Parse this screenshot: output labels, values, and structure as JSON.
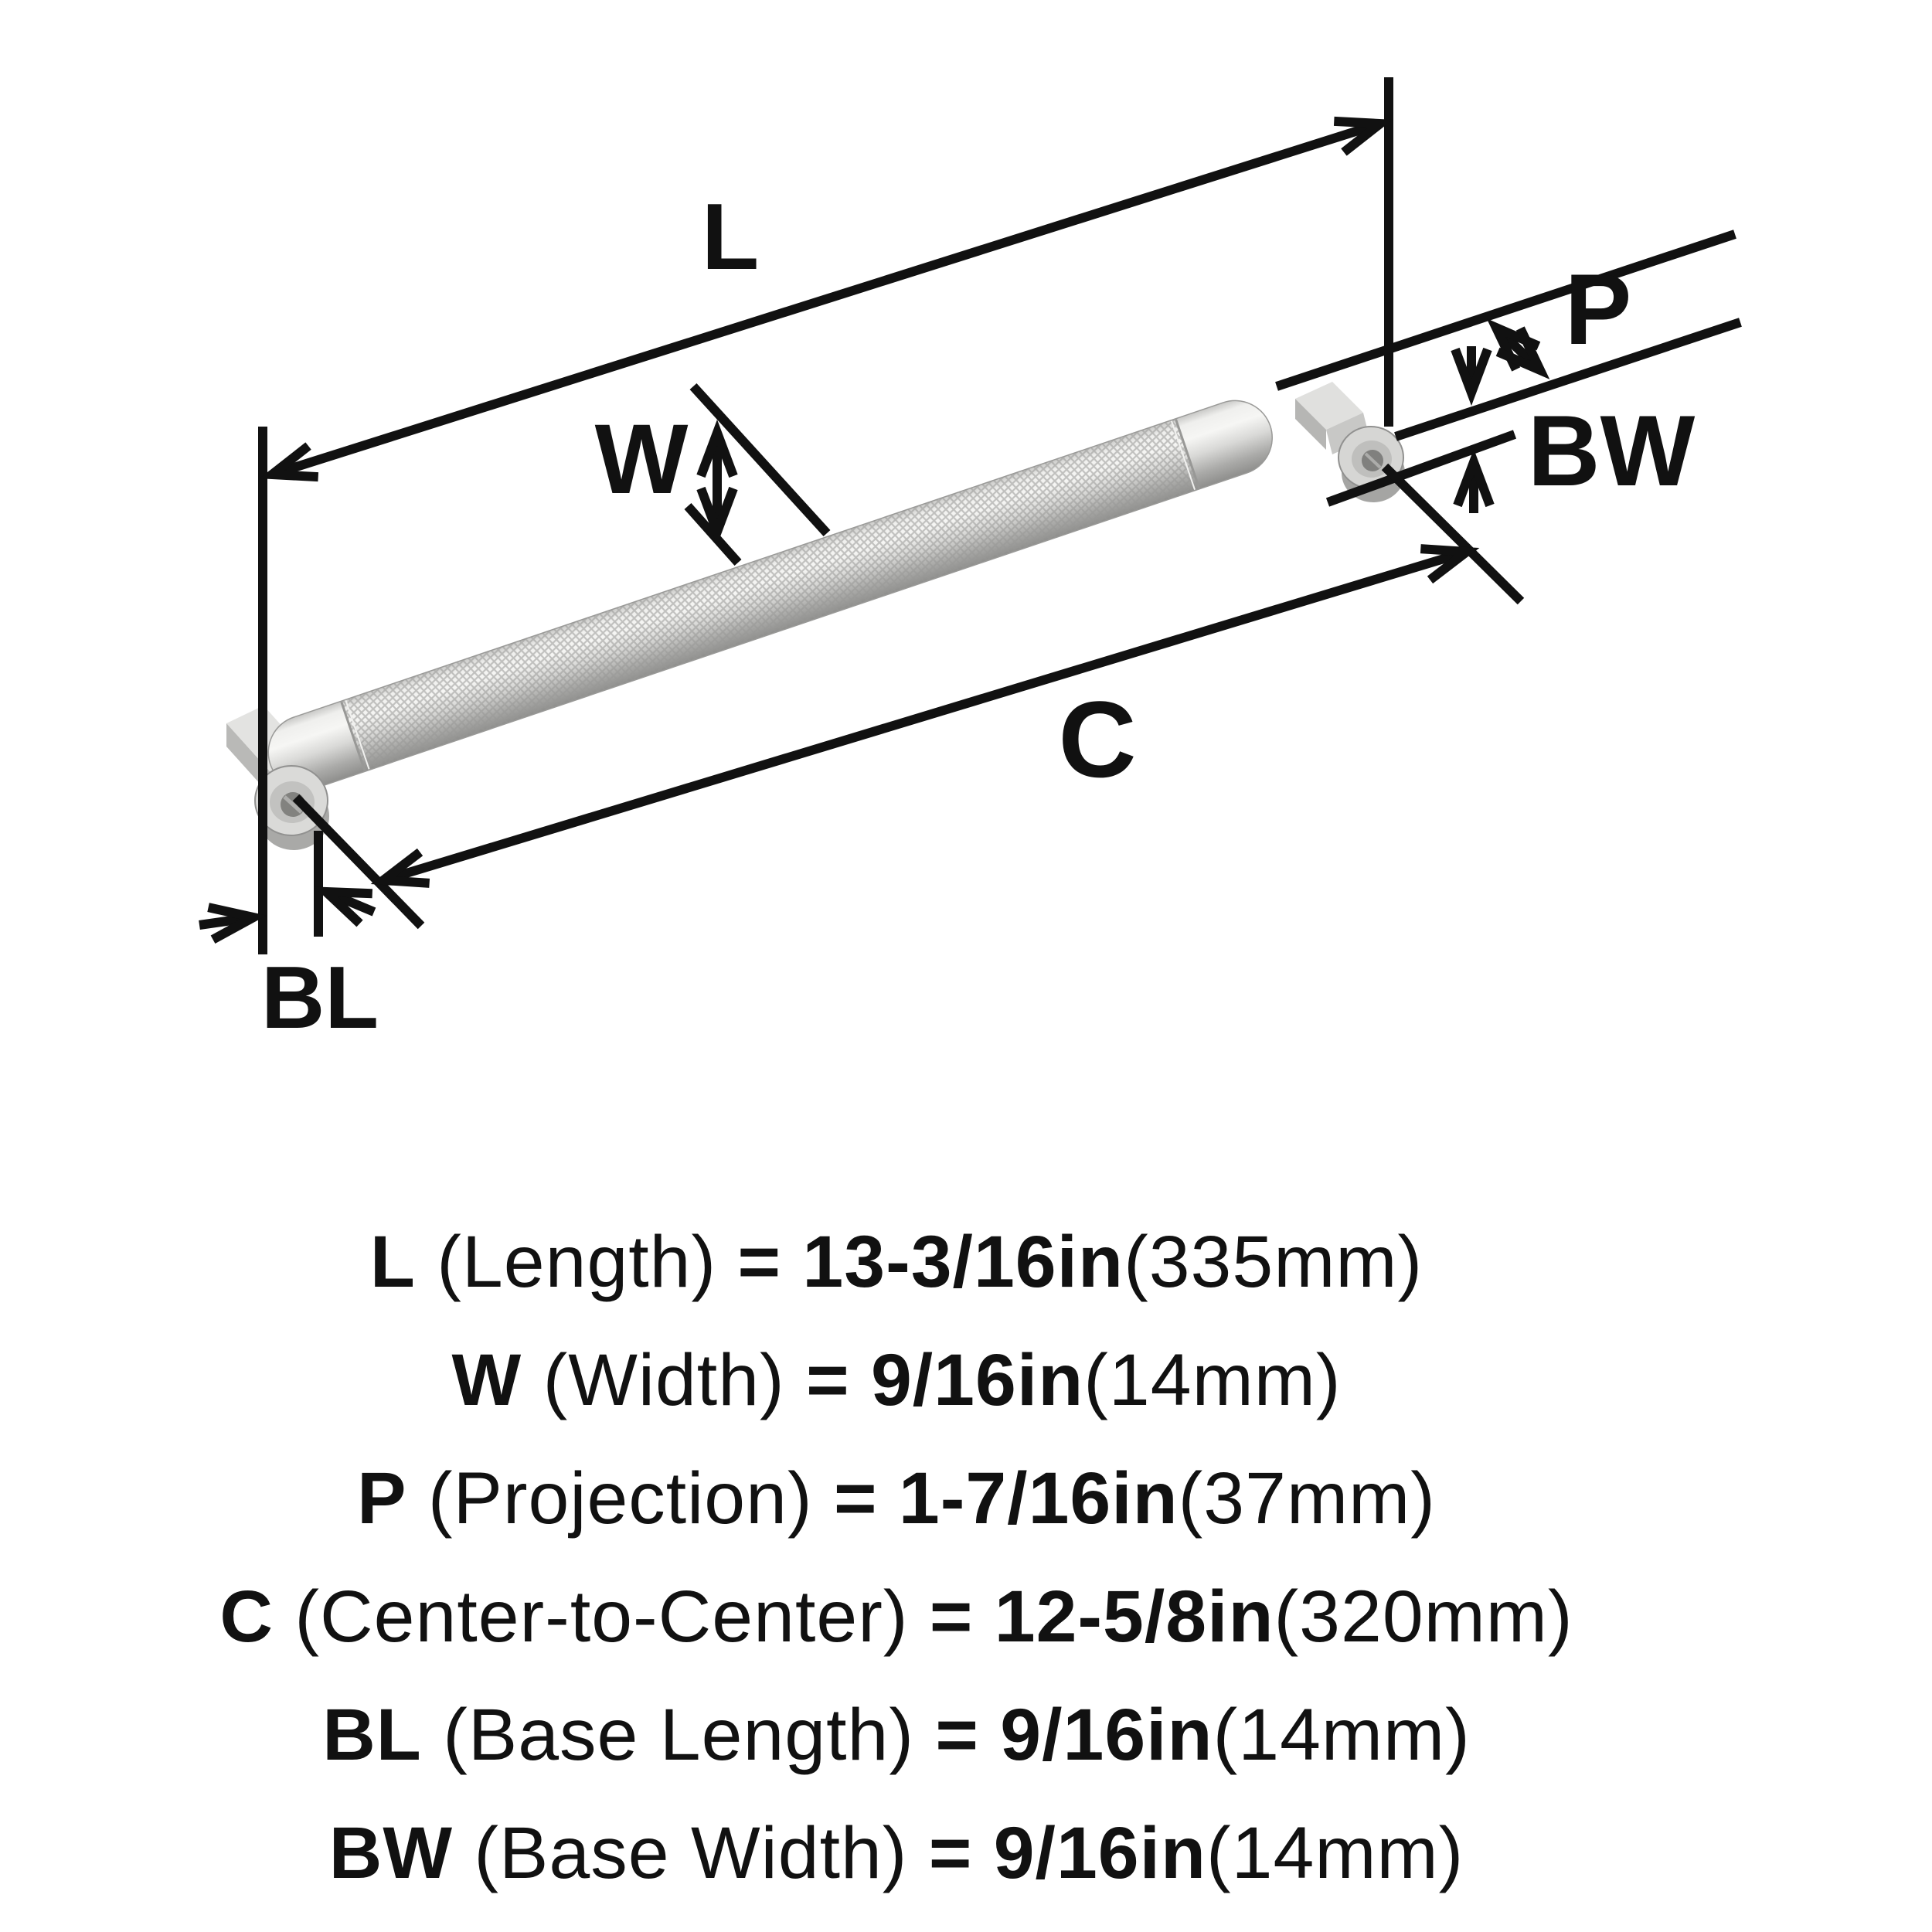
{
  "title": "Cabinet pull hardware dimension diagram",
  "colors": {
    "background": "#ffffff",
    "line": "#111111",
    "metal_light": "#f4f4f2",
    "metal_mid": "#d9d9d7",
    "metal_dark": "#8e8e8c",
    "knurl": "#979795"
  },
  "diagram": {
    "labels": {
      "length": "L",
      "width": "W",
      "projection": "P",
      "center_to_center": "C",
      "base_length": "BL",
      "base_width": "BW"
    }
  },
  "specs": [
    {
      "abbr": "L",
      "name": " (Length) ",
      "eq": "= ",
      "value": "13-3/16in",
      "metric": "(335mm)"
    },
    {
      "abbr": "W",
      "name": " (Width) ",
      "eq": "= ",
      "value": "9/16in",
      "metric": "(14mm)"
    },
    {
      "abbr": "P",
      "name": " (Projection) ",
      "eq": "= ",
      "value": "1-7/16in",
      "metric": "(37mm)"
    },
    {
      "abbr": "C",
      "name": " (Center-to-Center) ",
      "eq": "= ",
      "value": "12-5/8in",
      "metric": "(320mm)"
    },
    {
      "abbr": "BL",
      "name": " (Base Length) ",
      "eq": "= ",
      "value": "9/16in",
      "metric": "(14mm)"
    },
    {
      "abbr": "BW",
      "name": " (Base Width) ",
      "eq": "= ",
      "value": "9/16in",
      "metric": "(14mm)"
    }
  ]
}
